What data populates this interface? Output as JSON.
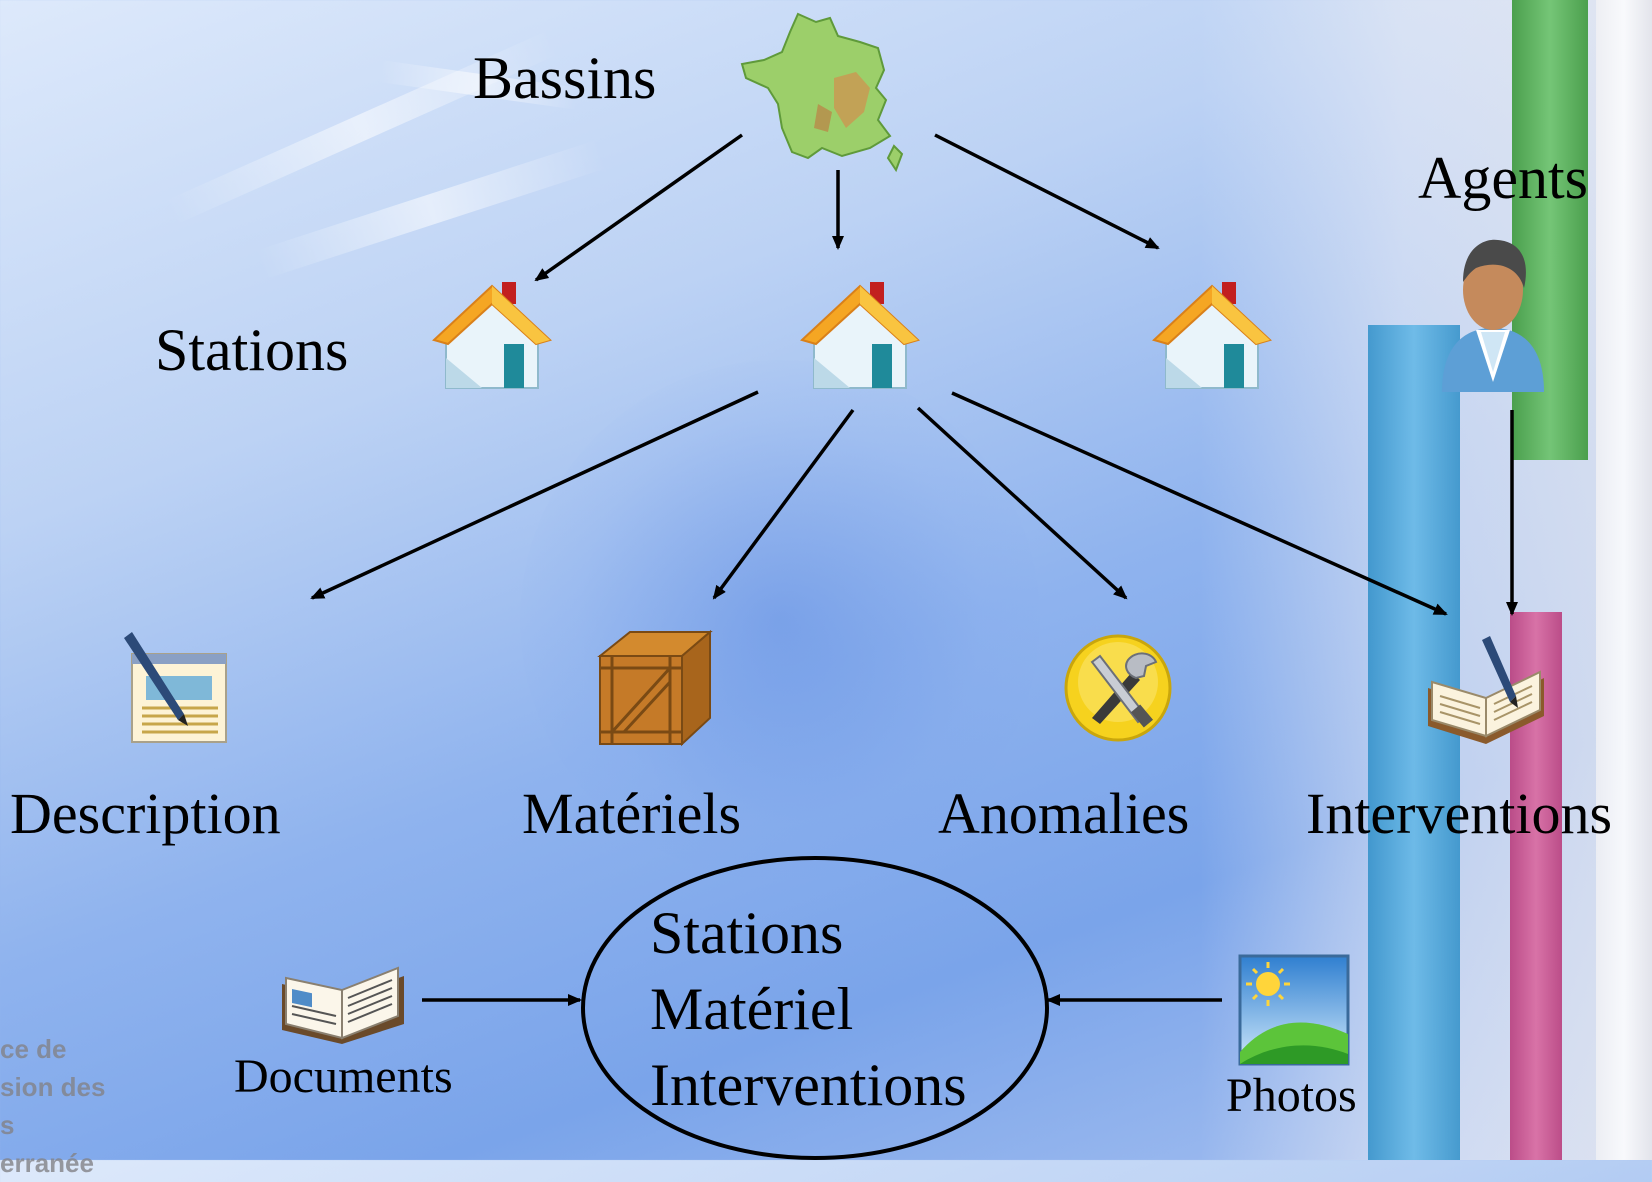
{
  "labels": {
    "bassins": "Bassins",
    "stations": "Stations",
    "agents": "Agents",
    "description": "Description",
    "materiels": "Matériels",
    "anomalies": "Anomalies",
    "interventions": "Interventions",
    "documents": "Documents",
    "photos": "Photos"
  },
  "database": {
    "lines": [
      "Stations",
      "Matériel",
      "Interventions"
    ]
  },
  "corner_text": [
    "ce de",
    "sion des",
    "s",
    "erranée"
  ],
  "icons": {
    "bassins": "france-map-icon",
    "station": "house-icon",
    "agent": "person-icon",
    "description": "document-pen-icon",
    "materiels": "crate-icon",
    "anomalies": "tools-icon",
    "interventions": "notebook-pen-icon",
    "documents": "open-book-icon",
    "photos": "landscape-photo-icon"
  }
}
